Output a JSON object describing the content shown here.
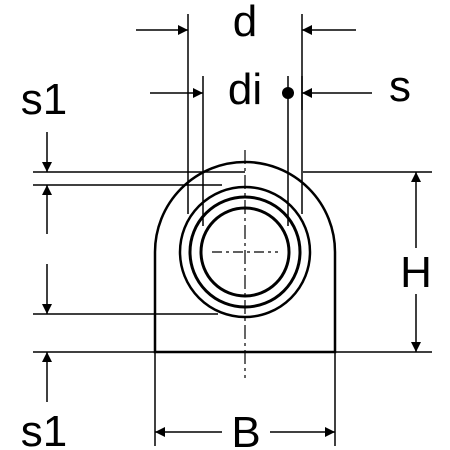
{
  "labels": {
    "d": "d",
    "di": "di",
    "s": "s",
    "s1_top": "s1",
    "s1_bottom": "s1",
    "H": "H",
    "B": "B"
  },
  "colors": {
    "stroke": "#000000",
    "background": "#ffffff"
  }
}
